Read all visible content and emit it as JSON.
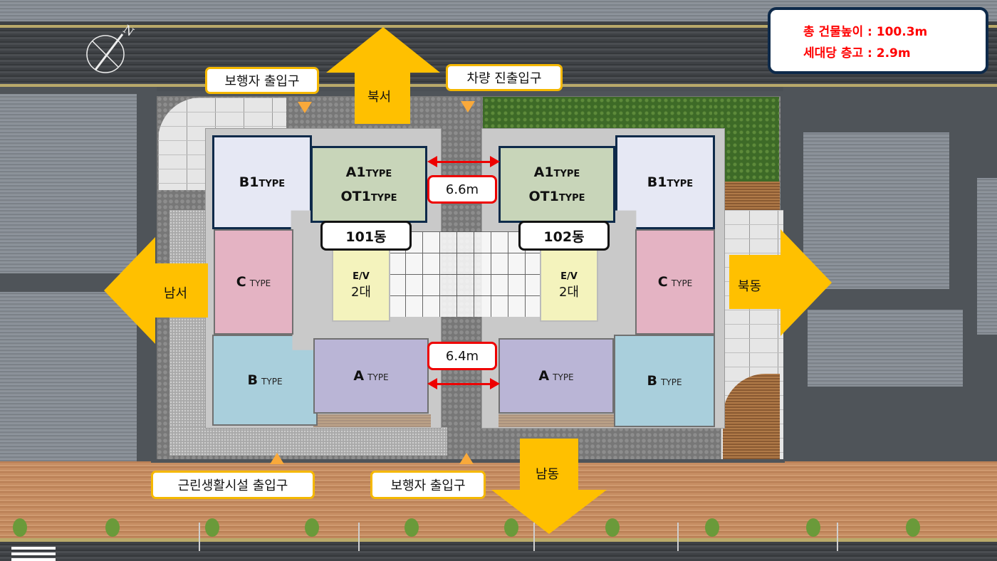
{
  "info_box": {
    "total_height_label": "총 건물높이 : 100.3m",
    "floor_height_label": "세대당 층고 : 2.9m",
    "text_color": "#ff0000",
    "border_color": "#0e2a4a"
  },
  "compass": {
    "north_label": "N"
  },
  "directions": {
    "north_west": "북서",
    "south_west": "남서",
    "north_east": "북동",
    "south_east": "남동",
    "arrow_color": "#ffc000"
  },
  "entrances": {
    "pedestrian_top": "보행자 출입구",
    "vehicle": "차량 진출입구",
    "commercial": "근린생활시설 출입구",
    "pedestrian_bottom": "보행자 출입구",
    "border_color": "#f5b800"
  },
  "buildings": {
    "b101": {
      "name": "101동",
      "b1_main": "B1",
      "b1_suffix": "TYPE",
      "a1_main": "A1",
      "a1_suffix": "TYPE",
      "ot1_main": "OT1",
      "ot1_suffix": "TYPE",
      "c_main": "C",
      "c_suffix": "TYPE",
      "b_main": "B",
      "b_suffix": "TYPE",
      "a_main": "A",
      "a_suffix": "TYPE",
      "ev_label": "E/V",
      "ev_count": "2대"
    },
    "b102": {
      "name": "102동",
      "b1_main": "B1",
      "b1_suffix": "TYPE",
      "a1_main": "A1",
      "a1_suffix": "TYPE",
      "ot1_main": "OT1",
      "ot1_suffix": "TYPE",
      "c_main": "C",
      "c_suffix": "TYPE",
      "b_main": "B",
      "b_suffix": "TYPE",
      "a_main": "A",
      "a_suffix": "TYPE",
      "ev_label": "E/V",
      "ev_count": "2대"
    }
  },
  "distances": {
    "top_gap": "6.6m",
    "bottom_gap": "6.4m",
    "color": "#e00000"
  },
  "unit_colors": {
    "b1": "#e6e8f4",
    "a1_ot1": "#c8d5b9",
    "c": "#e4b3c3",
    "b": "#a9cfdc",
    "a": "#bab5d6",
    "ev": "#f4f3bd"
  }
}
